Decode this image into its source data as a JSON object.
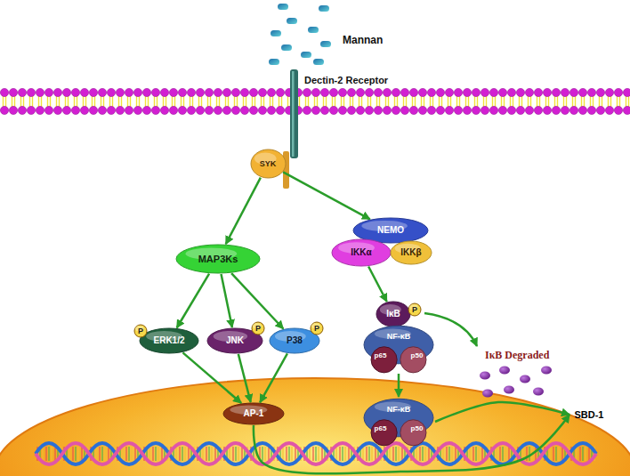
{
  "diagram": {
    "nodes": [
      {
        "text": [
          "SYK"
        ]
      },
      {
        "text": [
          "MAP3Ks"
        ]
      },
      {
        "text": [
          "NEMO"
        ]
      },
      {
        "text": [
          "IKKα"
        ]
      },
      {
        "text": [
          "IKKβ"
        ]
      },
      {
        "text": [
          "ERK1/2"
        ]
      },
      {
        "text": [
          "P"
        ],
        "in": 5
      },
      {
        "text": [
          "JNK"
        ]
      },
      {
        "text": [
          "P"
        ],
        "in": 7
      },
      {
        "text": [
          "P38"
        ]
      },
      {
        "text": [
          "P"
        ],
        "in": 9
      },
      {
        "text": [
          "IκB"
        ]
      },
      {
        "text": [
          "P"
        ],
        "in": 11
      },
      {
        "text": [
          "NF-κB",
          "p65",
          "p50"
        ]
      },
      {
        "text": [
          "AP-1"
        ]
      },
      {
        "text": [
          "NF-κB",
          "p65",
          "p50"
        ]
      },
      {
        "text": [
          "SBD-1"
        ]
      }
    ],
    "edges": [
      {
        "from": 0,
        "to": 1,
        "arrow": "to"
      },
      {
        "from": 0,
        "to": 2,
        "arrow": "to"
      },
      {
        "from": 1,
        "to": 5,
        "arrow": "to"
      },
      {
        "from": 1,
        "to": 7,
        "arrow": "to"
      },
      {
        "from": 1,
        "to": 9,
        "arrow": "to"
      },
      {
        "from": 5,
        "to": 14,
        "arrow": "to"
      },
      {
        "from": 7,
        "to": 14,
        "arrow": "to"
      },
      {
        "from": 9,
        "to": 14,
        "arrow": "to"
      },
      {
        "from": 3,
        "to": 11,
        "arrow": "to"
      },
      {
        "from": 13,
        "to": 15,
        "arrow": "to"
      },
      {
        "from": 14,
        "to": 16,
        "arrow": "to"
      },
      {
        "from": 15,
        "to": 16,
        "arrow": "to"
      }
    ],
    "labels": [
      "Mannan",
      "Dectin-2 Receptor",
      "IκB Degraded"
    ]
  }
}
